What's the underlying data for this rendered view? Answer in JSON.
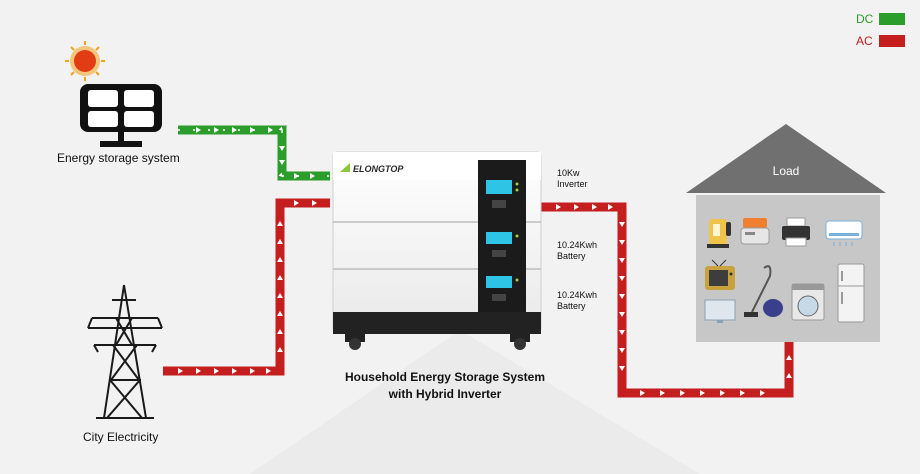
{
  "legend": [
    {
      "label": "DC",
      "color": "#2a9d2a"
    },
    {
      "label": "AC",
      "color": "#c41e1e"
    }
  ],
  "colors": {
    "dc": "#2a9d2a",
    "ac": "#c41e1e",
    "house": "#707070",
    "cabinet_trim": "#222222"
  },
  "solar": {
    "label": "Energy storage system",
    "icon": "solar-panel-icon"
  },
  "grid": {
    "label": "City Electricity",
    "icon": "power-tower-icon"
  },
  "unit": {
    "brand": "ELONGTOP",
    "title_line1": "Household Energy Storage System",
    "title_line2": "with Hybrid Inverter",
    "modules": [
      {
        "line1": "10Kw",
        "line2": "Inverter"
      },
      {
        "line1": "10.24Kwh",
        "line2": "Battery"
      },
      {
        "line1": "10.24Kwh",
        "line2": "Battery"
      }
    ]
  },
  "house": {
    "label": "Load",
    "appliances": [
      "kettle-icon",
      "toaster-icon",
      "printer-icon",
      "air-conditioner-icon",
      "tv-icon",
      "vacuum-icon",
      "washing-machine-icon",
      "fridge-icon",
      "monitor-icon"
    ]
  }
}
